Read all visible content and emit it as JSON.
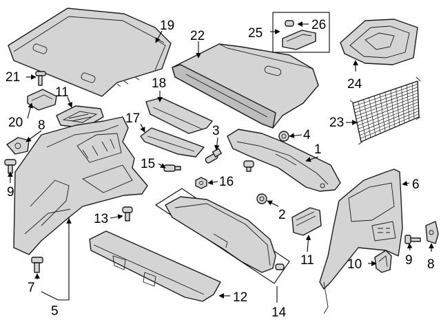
{
  "callouts": {
    "c1": "1",
    "c2": "2",
    "c3": "3",
    "c4": "4",
    "c5": "5",
    "c6": "6",
    "c7": "7",
    "c8a": "8",
    "c8b": "8",
    "c9a": "9",
    "c9b": "9",
    "c10": "10",
    "c11a": "11",
    "c11b": "11",
    "c12": "12",
    "c13": "13",
    "c14": "14",
    "c15": "15",
    "c16": "16",
    "c17": "17",
    "c18": "18",
    "c19": "19",
    "c20": "20",
    "c21": "21",
    "c22": "22",
    "c23": "23",
    "c24": "24",
    "c25": "25",
    "c26": "26"
  },
  "colors": {
    "part_fill": "#d4d4d4",
    "stroke": "#1a1a1a",
    "background": "#ffffff"
  }
}
